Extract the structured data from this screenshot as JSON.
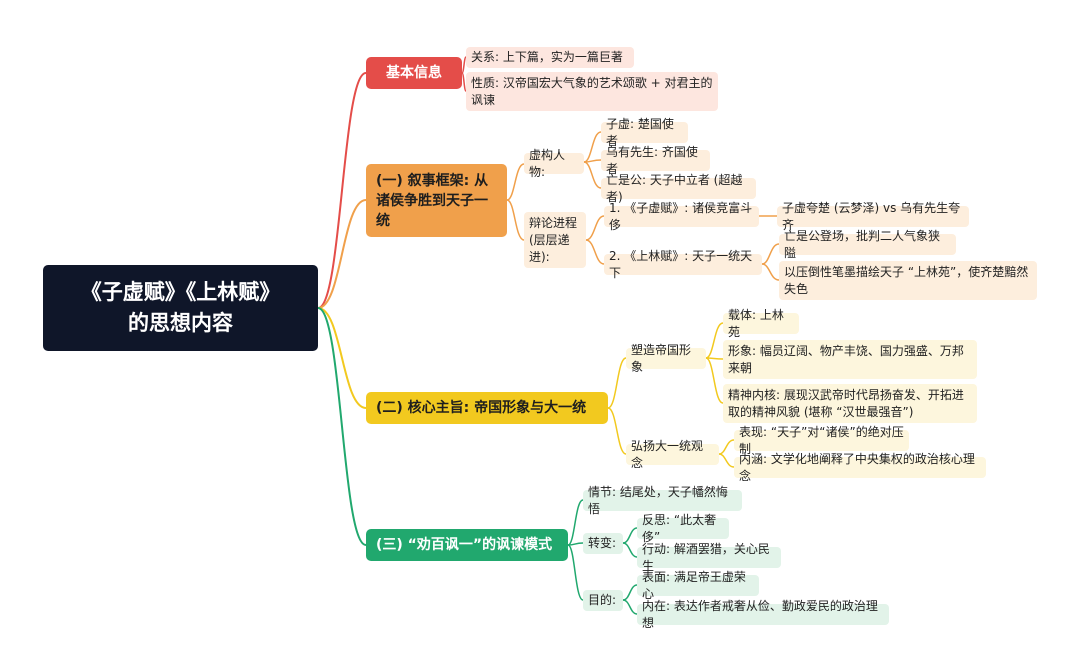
{
  "root": {
    "line1": "《子虚赋》《上林赋》",
    "line2": "的思想内容"
  },
  "colors": {
    "red": "#e44d49",
    "orange": "#f0a04b",
    "yellow": "#f2c91f",
    "green": "#21a86e",
    "root": "#0f1629"
  },
  "basic": {
    "title": "基本信息",
    "items": [
      "关系: 上下篇，实为一篇巨著",
      "性质: 汉帝国宏大气象的艺术颂歌 + 对君主的讽谏"
    ]
  },
  "narrative": {
    "title": "(一) 叙事框架: 从诸侯争胜到天子一统",
    "characters": {
      "label": "虚构人物:",
      "items": [
        "子虚: 楚国使者",
        "乌有先生: 齐国使者",
        "亡是公: 天子中立者 (超越者)"
      ]
    },
    "debate": {
      "label": "辩论进程 (层层递进):",
      "steps": [
        {
          "label": "1. 《子虚赋》: 诸侯竞富斗侈",
          "details": [
            "子虚夸楚 (云梦泽) vs 乌有先生夸齐"
          ]
        },
        {
          "label": "2. 《上林赋》: 天子一统天下",
          "details": [
            "亡是公登场，批判二人气象狭隘",
            "以压倒性笔墨描绘天子 “上林苑”，使齐楚黯然失色"
          ]
        }
      ]
    }
  },
  "core": {
    "title": "(二) 核心主旨: 帝国形象与大一统",
    "image": {
      "label": "塑造帝国形象",
      "items": [
        "载体: 上林苑",
        "形象: 幅员辽阔、物产丰饶、国力强盛、万邦来朝",
        "精神内核: 展现汉武帝时代昂扬奋发、开拓进取的精神风貌 (堪称 “汉世最强音”)"
      ]
    },
    "unity": {
      "label": "弘扬大一统观念",
      "items": [
        "表现: “天子”对“诸侯”的绝对压制",
        "内涵: 文学化地阐释了中央集权的政治核心理念"
      ]
    }
  },
  "satire": {
    "title": "(三) “劝百讽一”的讽谏模式",
    "plot": "情节: 结尾处，天子幡然悔悟",
    "turn": {
      "label": "转变:",
      "items": [
        "反思: “此太奢侈”",
        "行动: 解酒罢猎，关心民生"
      ]
    },
    "goal": {
      "label": "目的:",
      "items": [
        "表面: 满足帝王虚荣心",
        "内在: 表达作者戒奢从俭、勤政爱民的政治理想"
      ]
    }
  }
}
